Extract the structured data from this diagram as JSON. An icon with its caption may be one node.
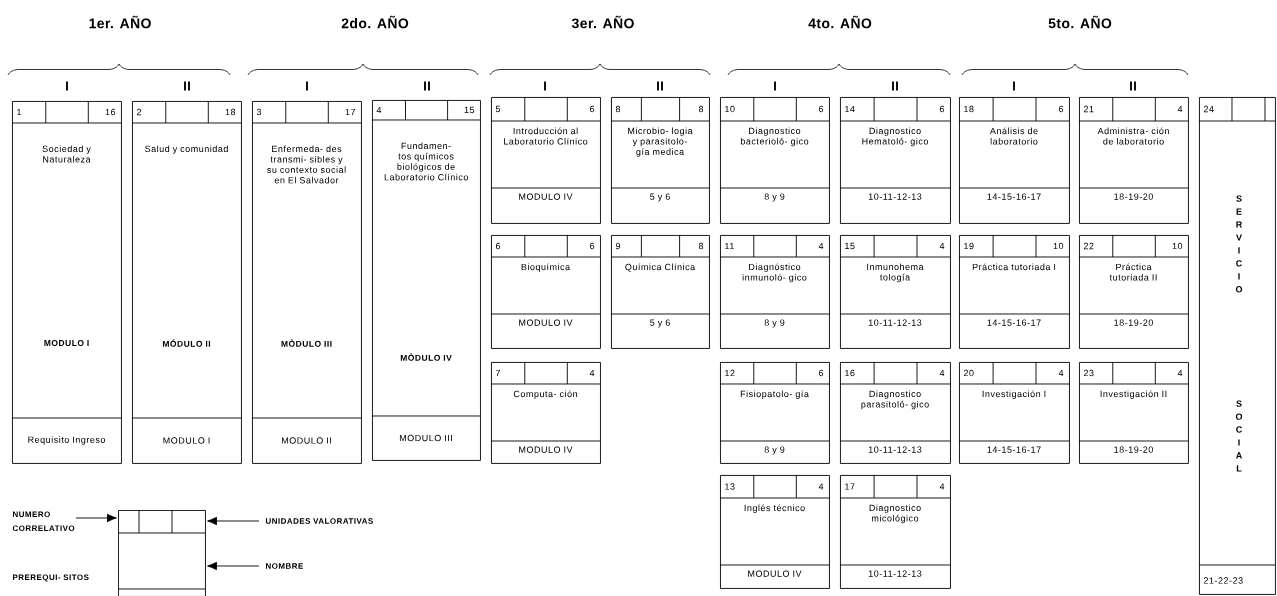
{
  "diagram": {
    "nodes": [
      {
        "text": [
          "1",
          "16",
          "Sociedad y Naturaleza",
          "MODULO I",
          "Requisito Ingreso"
        ]
      },
      {
        "text": [
          "2",
          "18",
          "Salud y comunidad",
          "MÓDULO II",
          "MODULO I"
        ]
      },
      {
        "text": [
          "3",
          "17",
          "Enfermeda- des transmi- sibles y su contexto social en El Salvador",
          "MÒDULO III",
          "MODULO II"
        ]
      },
      {
        "text": [
          "4",
          "15",
          "Fundamen- tos químicos biológicos de Laboratorio Clínico",
          "MÒDULO IV",
          "MODULO III"
        ]
      },
      {
        "text": [
          "5",
          "6",
          "Introducción al Laboratorio Clínico",
          "MODULO IV"
        ]
      },
      {
        "text": [
          "6",
          "6",
          "Bioquímica",
          "MODULO IV"
        ]
      },
      {
        "text": [
          "7",
          "4",
          "Computa- ción",
          "MODULO IV"
        ]
      },
      {
        "text": [
          "8",
          "8",
          "Microbio- logia y parasitolo- gía medica",
          "5 y 6"
        ]
      },
      {
        "text": [
          "9",
          "8",
          "Química Clínica",
          "5 y 6"
        ]
      },
      {
        "text": [
          "10",
          "6",
          "Diagnostico bacterioló- gico",
          "8 y 9"
        ]
      },
      {
        "text": [
          "11",
          "4",
          "Diagnóstico inmunoló- gico",
          "8 y 9"
        ]
      },
      {
        "text": [
          "12",
          "6",
          "Fisiopatolo- gía",
          "8 y 9"
        ]
      },
      {
        "text": [
          "13",
          "4",
          "Inglés técnico",
          "MODULO IV"
        ]
      },
      {
        "text": [
          "14",
          "6",
          "Diagnostico Hematoló- gico",
          "10-11-12-13"
        ]
      },
      {
        "text": [
          "15",
          "4",
          "Inmunohema tología",
          "10-11-12-13"
        ]
      },
      {
        "text": [
          "16",
          "4",
          "Diagnostico parasitoló- gico",
          "10-11-12-13"
        ]
      },
      {
        "text": [
          "17",
          "4",
          "Diagnostico micológico",
          "10-11-12-13"
        ]
      },
      {
        "text": [
          "18",
          "6",
          "Análisis de laboratorio",
          "14-15-16-17"
        ]
      },
      {
        "text": [
          "19",
          "10",
          "Práctica tutoriada I",
          "14-15-16-17"
        ]
      },
      {
        "text": [
          "20",
          "4",
          "Investigación I",
          "14-15-16-17"
        ]
      },
      {
        "text": [
          "21",
          "4",
          "Administra- ción de laboratorio",
          "18-19-20"
        ]
      },
      {
        "text": [
          "22",
          "10",
          "Práctica tutoriada II",
          "18-19-20"
        ]
      },
      {
        "text": [
          "23",
          "4",
          "Investigación II",
          "18-19-20"
        ]
      },
      {
        "text": [
          "24",
          "SERVICIO",
          "SOCIAL",
          "21-22-23"
        ]
      },
      {
        "text": [],
        "shape": "box"
      },
      {
        "text": [
          "NUMERO CORRELATIVO"
        ]
      },
      {
        "text": [
          "UNIDADES VALORATIVAS"
        ]
      },
      {
        "text": [
          "NOMBRE"
        ]
      }
    ],
    "edges": [
      {
        "from": 25,
        "to": 24,
        "arrow": "to"
      },
      {
        "from": 26,
        "to": 24,
        "arrow": "to"
      },
      {
        "from": 27,
        "to": 24,
        "arrow": "to"
      }
    ],
    "labels": [
      "1er. AÑO",
      "2do. AÑO",
      "3er. AÑO",
      "4to. AÑO",
      "5to. AÑO",
      "I",
      "II",
      "I",
      "II",
      "I",
      "II",
      "I",
      "II",
      "I",
      "II",
      "PREREQUI- SITOS"
    ]
  }
}
